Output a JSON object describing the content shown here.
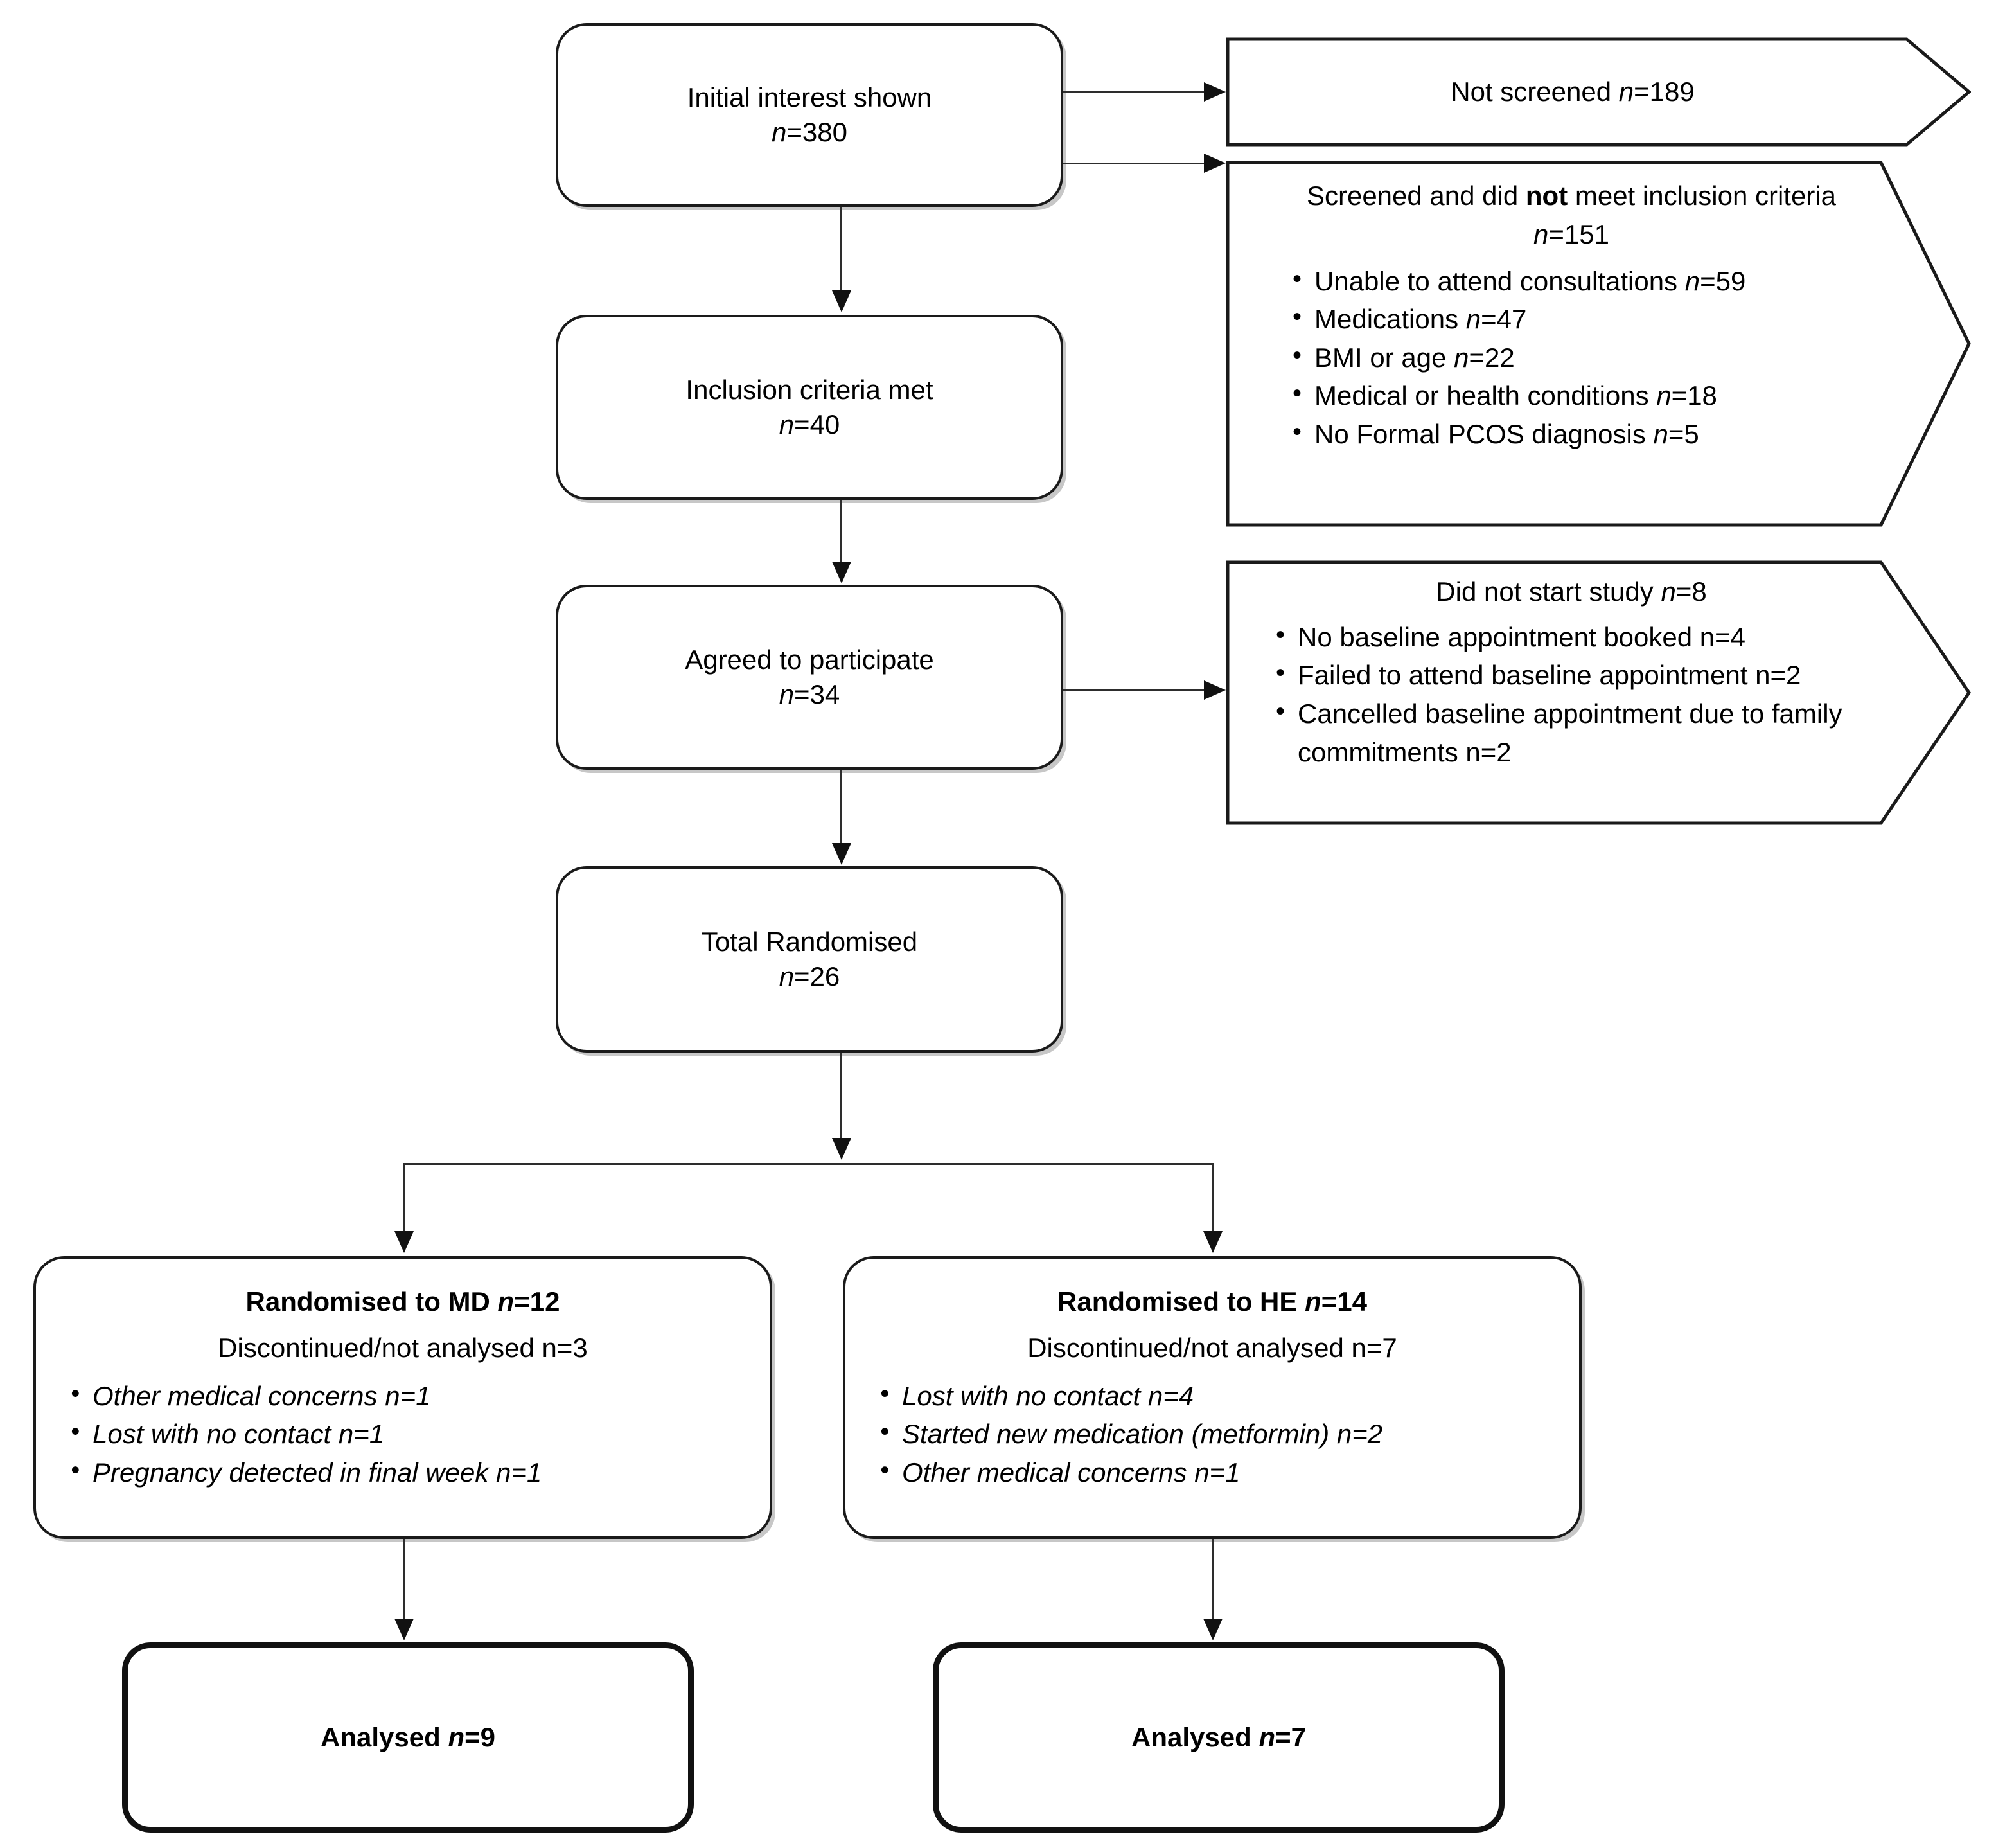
{
  "diagram": {
    "type": "CONSORT participant flow diagram",
    "spine": [
      {
        "id": "initial-interest",
        "line1": "Initial interest shown",
        "n_label": "n",
        "n_value": "=380"
      },
      {
        "id": "inclusion-criteria-met",
        "line1": "Inclusion criteria met",
        "n_label": "n",
        "n_value": "=40"
      },
      {
        "id": "agreed-to-participate",
        "line1": "Agreed to participate",
        "n_label": "n",
        "n_value": "=34"
      },
      {
        "id": "total-randomised",
        "line1": "Total Randomised",
        "n_label": "n",
        "n_value": "=26"
      }
    ],
    "exclusions": [
      {
        "id": "not-screened",
        "heading_pre": "Not screened ",
        "heading_n": "n",
        "heading_post": "=189",
        "items": []
      },
      {
        "id": "screened-not-meeting-criteria",
        "heading_a": "Screened and did ",
        "heading_bold": "not",
        "heading_b": " meet inclusion criteria",
        "heading_n": "n",
        "heading_post": "=151",
        "items": [
          {
            "text_pre": "Unable to attend consultations ",
            "n": "n",
            "text_post": "=59"
          },
          {
            "text_pre": "Medications ",
            "n": "n",
            "text_post": "=47"
          },
          {
            "text_pre": "BMI or age ",
            "n": "n",
            "text_post": "=22"
          },
          {
            "text_pre": "Medical or health conditions ",
            "n": "n",
            "text_post": "=18"
          },
          {
            "text_pre": "No Formal PCOS diagnosis ",
            "n": "n",
            "text_post": "=5"
          }
        ]
      },
      {
        "id": "did-not-start-study",
        "heading_pre": "Did not start study ",
        "heading_n": "n",
        "heading_post": "=8",
        "items": [
          {
            "text": "No baseline appointment booked n=4"
          },
          {
            "text": "Failed to attend baseline appointment n=2"
          },
          {
            "text": "Cancelled baseline appointment due to family commitments n=2"
          }
        ]
      }
    ],
    "arms": [
      {
        "id": "arm-md",
        "title_pre": "Randomised to MD ",
        "title_n": "n",
        "title_post": "=12",
        "subtitle": "Discontinued/not analysed n=3",
        "items": [
          "Other medical concerns n=1",
          "Lost with no contact n=1",
          "Pregnancy detected in final week n=1"
        ],
        "analysed_pre": "Analysed ",
        "analysed_n": "n",
        "analysed_post": "=9"
      },
      {
        "id": "arm-he",
        "title_pre": "Randomised to HE ",
        "title_n": "n",
        "title_post": "=14",
        "subtitle": "Discontinued/not analysed n=7",
        "items": [
          "Lost with no contact n=4",
          "Started new medication (metformin) n=2",
          "Other medical concerns n=1"
        ],
        "analysed_pre": "Analysed ",
        "analysed_n": "n",
        "analysed_post": "=7"
      }
    ],
    "colors": {
      "box_border": "#1a1a1a",
      "thick_border": "#111111",
      "connector": "#2d2d2d",
      "background": "#ffffff",
      "text": "#000000"
    }
  }
}
